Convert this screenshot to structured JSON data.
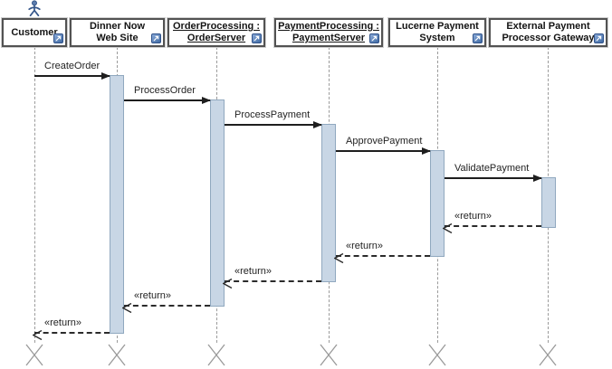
{
  "diagram": {
    "kind": "uml-sequence-diagram",
    "participants": [
      {
        "name": "Customer",
        "lines": [
          "Customer"
        ],
        "underlined": false,
        "has_actor_icon": true
      },
      {
        "name": "Dinner Now Web Site",
        "lines": [
          "Dinner Now",
          "Web Site"
        ],
        "underlined": false
      },
      {
        "name": "OrderProcessing : OrderServer",
        "lines": [
          "OrderProcessing :",
          "OrderServer"
        ],
        "underlined": true
      },
      {
        "name": "PaymentProcessing : PaymentServer",
        "lines": [
          "PaymentProcessing :",
          "PaymentServer"
        ],
        "underlined": true
      },
      {
        "name": "Lucerne Payment System",
        "lines": [
          "Lucerne Payment",
          "System"
        ],
        "underlined": false
      },
      {
        "name": "External Payment Processor Gateway",
        "lines": [
          "External Payment",
          "Processor Gateway"
        ],
        "underlined": false
      }
    ],
    "messages": [
      {
        "label": "CreateOrder",
        "kind": "call",
        "from": "Customer",
        "to": "Dinner Now Web Site"
      },
      {
        "label": "ProcessOrder",
        "kind": "call",
        "from": "Dinner Now Web Site",
        "to": "OrderProcessing : OrderServer"
      },
      {
        "label": "ProcessPayment",
        "kind": "call",
        "from": "OrderProcessing : OrderServer",
        "to": "PaymentProcessing : PaymentServer"
      },
      {
        "label": "ApprovePayment",
        "kind": "call",
        "from": "PaymentProcessing : PaymentServer",
        "to": "Lucerne Payment System"
      },
      {
        "label": "ValidatePayment",
        "kind": "call",
        "from": "Lucerne Payment System",
        "to": "External Payment Processor Gateway"
      },
      {
        "label": "«return»",
        "kind": "return",
        "from": "External Payment Processor Gateway",
        "to": "Lucerne Payment System"
      },
      {
        "label": "«return»",
        "kind": "return",
        "from": "Lucerne Payment System",
        "to": "PaymentProcessing : PaymentServer"
      },
      {
        "label": "«return»",
        "kind": "return",
        "from": "PaymentProcessing : PaymentServer",
        "to": "OrderProcessing : OrderServer"
      },
      {
        "label": "«return»",
        "kind": "return",
        "from": "OrderProcessing : OrderServer",
        "to": "Dinner Now Web Site"
      },
      {
        "label": "«return»",
        "kind": "return",
        "from": "Dinner Now Web Site",
        "to": "Customer"
      }
    ],
    "icons": {
      "actor": "stick-figure-actor",
      "navigate": "arrow-up-right-in-blue-square",
      "destruction": "x-cross"
    },
    "colors": {
      "activation_fill": "#C8D6E5",
      "activation_border": "#90A8BF",
      "box_border": "#525252",
      "lifeline": "#9B9B9B",
      "arrow": "#1E1E1E",
      "actor_blue": "#5C7CAD",
      "navigate_blue": "#3B66A0"
    }
  }
}
